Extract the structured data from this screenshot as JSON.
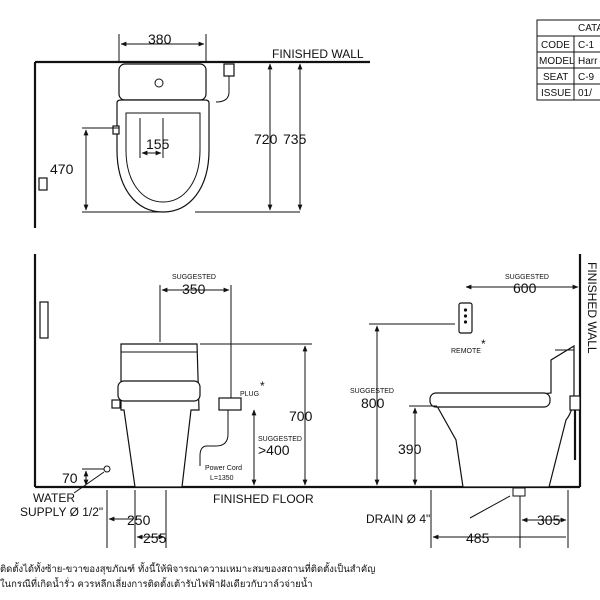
{
  "table": {
    "header": "CATA",
    "rows": [
      {
        "key": "CODE",
        "value": "C-1"
      },
      {
        "key": "MODEL",
        "value": "Harr"
      },
      {
        "key": "SEAT",
        "value": "C-9"
      },
      {
        "key": "ISSUE",
        "value": "01/"
      }
    ]
  },
  "top_view": {
    "wall_label": "FINISHED WALL",
    "width": "380",
    "outlet_offset": "155",
    "side_depth": "470",
    "depth_a": "720",
    "depth_b": "735"
  },
  "left_elevation": {
    "suggested_label": "SUGGESTED",
    "suggested_distance": "350",
    "plug_label": "PLUG",
    "plug_mark": "*",
    "plug_height_label": "SUGGESTED",
    "plug_height": ">400",
    "power_cord_label": "Power Cord",
    "power_cord_length": "L=1350",
    "total_height": "700",
    "supply_height": "70",
    "water_supply_label": "WATER",
    "water_supply_size": "SUPPLY Ø 1/2\"",
    "supply_offset": "250",
    "drain_offset": "255",
    "floor_label": "FINISHED FLOOR"
  },
  "right_elevation": {
    "wall_label": "FINISHED WALL",
    "suggested_label": "SUGGESTED",
    "suggested_distance": "600",
    "remote_label": "REMOTE",
    "remote_mark": "*",
    "remote_height_label": "SUGGESTED",
    "remote_height": "800",
    "seat_height": "390",
    "drain_label": "DRAIN Ø 4\"",
    "rough_in": "305",
    "total_length": "485"
  },
  "notes": [
    "ติดตั้งได้ทั้งซ้าย-ขวาของสุขภัณฑ์ ทั้งนี้ให้พิจารณาความเหมาะสมของสถานที่ติดตั้งเป็นสำคัญ",
    "ในกรณีที่เกิดน้ำรั่ว ควรหลีกเลี่ยงการติดตั้งเต้ารับไฟฟ้าฝังเดียวกับวาล์วจ่ายน้ำ"
  ]
}
